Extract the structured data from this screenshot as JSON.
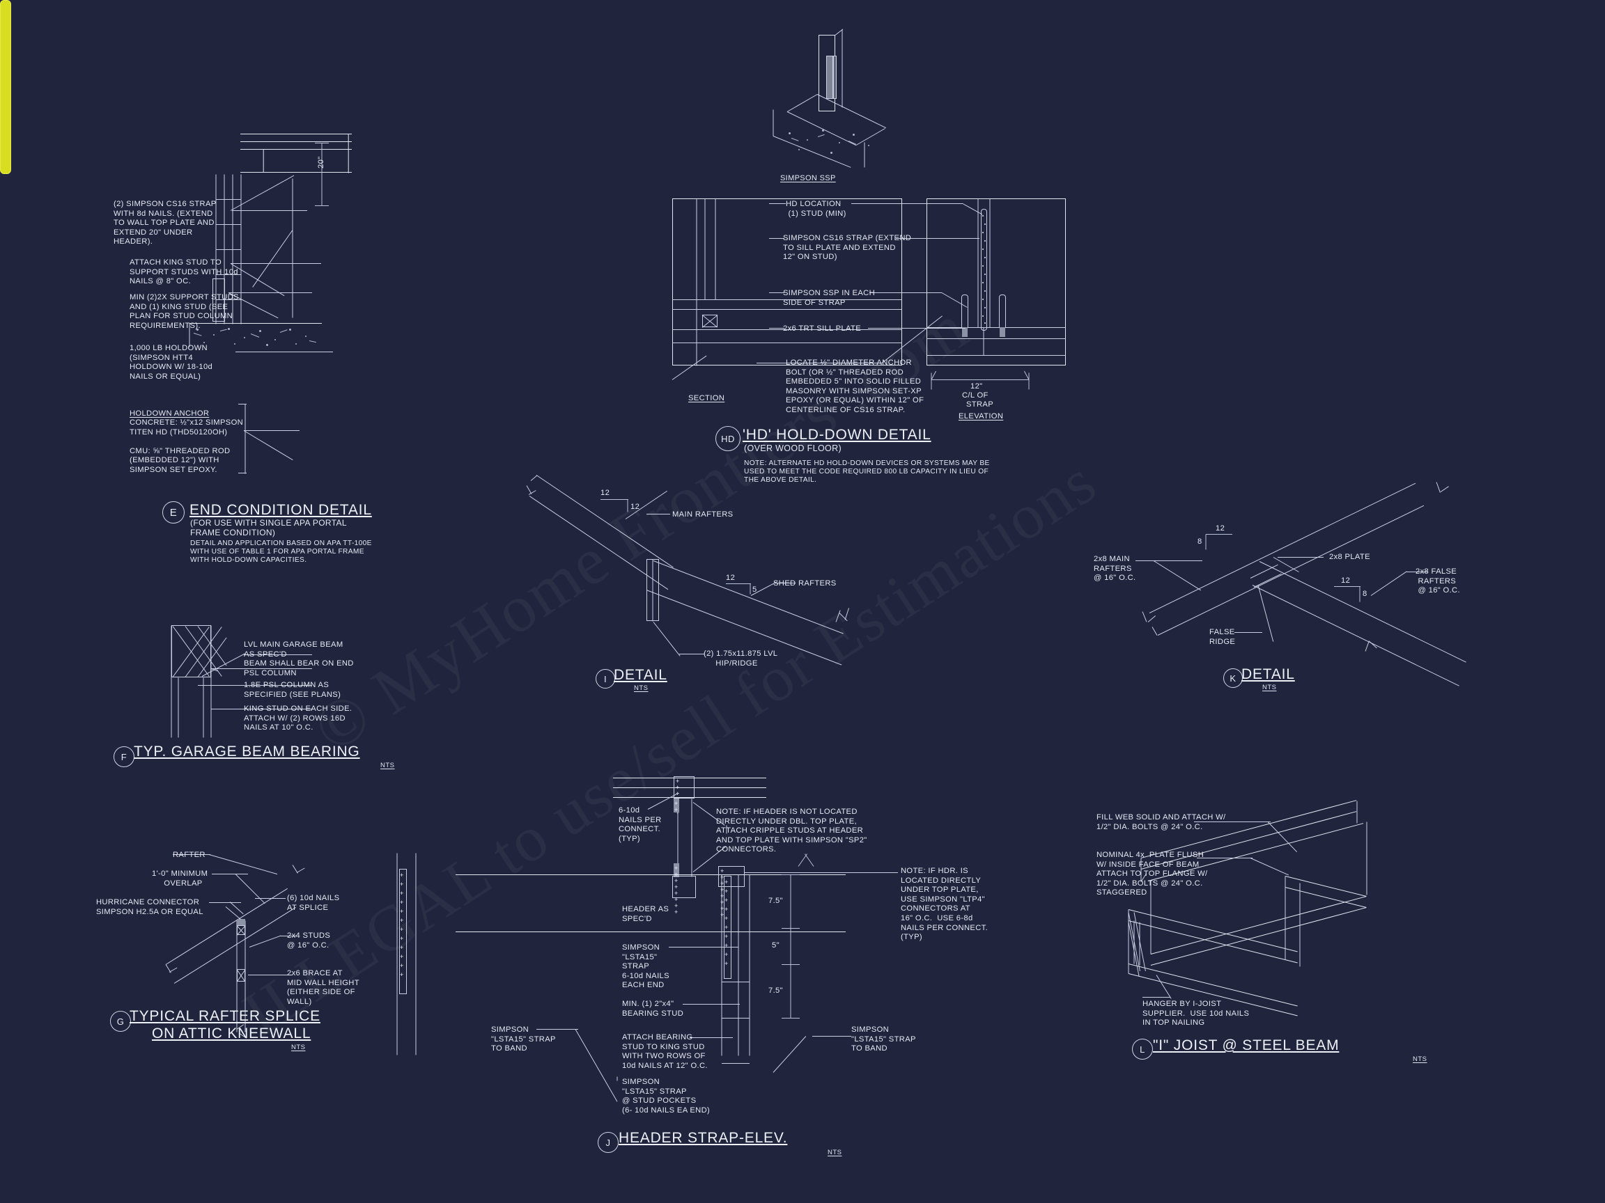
{
  "sheet": {
    "background_color": "#20243c",
    "line_color": "#c9d0e2",
    "accent_color": "#d8dd22",
    "watermark_line1": "© MyHome Frontiers .com",
    "watermark_line2": "ILLEGAL to use/sell for Estimations"
  },
  "detail_e": {
    "bubble": "E",
    "title": "END CONDITION DETAIL",
    "subtitle_1": "(FOR USE WITH SINGLE APA PORTAL",
    "subtitle_2": "FRAME CONDITION)",
    "note_1": "DETAIL AND APPLICATION BASED ON APA TT-100E",
    "note_2": "WITH USE OF TABLE 1 FOR APA PORTAL FRAME",
    "note_3": "WITH HOLD-DOWN CAPACITIES.",
    "dim_20": "20\"",
    "callouts": [
      {
        "name": "cs16-strap",
        "lines": [
          "(2) SIMPSON CS16 STRAP",
          "WITH 8d NAILS. (EXTEND",
          "TO WALL TOP PLATE AND",
          "EXTEND 20\" UNDER",
          "HEADER)."
        ]
      },
      {
        "name": "king-stud-attach",
        "lines": [
          "ATTACH KING STUD TO",
          "SUPPORT STUDS WITH 10d",
          "NAILS @ 8\" OC."
        ]
      },
      {
        "name": "support-studs",
        "lines": [
          "MIN (2)2X SUPPORT STUDS",
          "AND (1) KING STUD (SEE",
          "PLAN FOR STUD COLUMN",
          "REQUIREMENTS)."
        ]
      },
      {
        "name": "holdown",
        "lines": [
          "1,000 LB HOLDOWN",
          "(SIMPSON HTT4",
          "HOLDOWN W/ 18-10d",
          "NAILS OR EQUAL)"
        ]
      },
      {
        "name": "holdown-anchor",
        "heading": "HOLDOWN ANCHOR",
        "lines": [
          "CONCRETE: ½\"x12 SIMPSON",
          "TITEN HD (THD50120OH)",
          "",
          "CMU: ⅝\" THREADED ROD",
          "(EMBEDDED 12\") WITH",
          "SIMPSON SET EPOXY."
        ]
      }
    ]
  },
  "detail_f": {
    "bubble": "F",
    "title": "TYP. GARAGE BEAM BEARING",
    "scale": "NTS",
    "callouts": [
      {
        "name": "lvl-garage-beam",
        "lines": [
          "LVL MAIN GARAGE BEAM",
          "AS SPEC'D"
        ]
      },
      {
        "name": "beam-bearing",
        "lines": [
          "BEAM SHALL BEAR ON END",
          "PSL COLUMN"
        ]
      },
      {
        "name": "psl-column",
        "lines": [
          "1.8E PSL COLUMN AS",
          "SPECIFIED (SEE PLANS)"
        ]
      },
      {
        "name": "king-stud",
        "lines": [
          "KING STUD ON EACH SIDE.",
          "ATTACH W/ (2) ROWS 16D",
          "NAILS AT 10\" O.C."
        ]
      }
    ]
  },
  "detail_g": {
    "bubble": "G",
    "title_line1": "TYPICAL RAFTER SPLICE",
    "title_line2": "ON ATTIC KNEEWALL",
    "scale": "NTS",
    "callouts": [
      {
        "name": "rafter",
        "lines": [
          "RAFTER"
        ]
      },
      {
        "name": "minimum-overlap",
        "lines": [
          "1'-0\" MINIMUM",
          "OVERLAP"
        ]
      },
      {
        "name": "hurricane-connector",
        "lines": [
          "HURRICANE CONNECTOR",
          "SIMPSON H2.5A OR EQUAL"
        ]
      },
      {
        "name": "nails-at-splice",
        "lines": [
          "(6) 10d NAILS",
          "AT SPLICE"
        ]
      },
      {
        "name": "studs",
        "lines": [
          "2x4 STUDS",
          "@ 16\" O.C."
        ]
      },
      {
        "name": "brace",
        "lines": [
          "2x6 BRACE AT",
          "MID WALL HEIGHT",
          "(EITHER SIDE OF",
          "WALL)"
        ]
      }
    ]
  },
  "detail_hd": {
    "bubble": "HD",
    "title": "'HD' HOLD-DOWN DETAIL",
    "subtitle": "(OVER WOOD FLOOR)",
    "note_1": "NOTE: ALTERNATE HD HOLD-DOWN DEVICES OR SYSTEMS MAY BE",
    "note_2": "USED TO MEET THE CODE REQUIRED 800 LB CAPACITY IN LIEU OF",
    "note_3": "THE ABOVE DETAIL.",
    "top_label": "SIMPSON SSP",
    "view_section": "SECTION",
    "view_elevation": "ELEVATION",
    "dim_12_line1": "12\"",
    "dim_12_line2": "C/L OF",
    "dim_12_line3": "STRAP",
    "callouts": [
      {
        "name": "hd-location",
        "lines": [
          "HD LOCATION",
          "(1) STUD (MIN)"
        ]
      },
      {
        "name": "cs16-strap-sill",
        "lines": [
          "SIMPSON CS16 STRAP (EXTEND",
          "TO SILL PLATE AND EXTEND",
          "12\" ON STUD)"
        ]
      },
      {
        "name": "ssp-each-side",
        "lines": [
          "SIMPSON SSP IN EACH",
          "SIDE OF STRAP"
        ]
      },
      {
        "name": "sill-plate",
        "lines": [
          "2x6 TRT SILL PLATE"
        ]
      },
      {
        "name": "anchor-bolt",
        "lines": [
          "LOCATE ½\" DIAMETER ANCHOR",
          "BOLT (OR ½\" THREADED ROD",
          "EMBEDDED 5\" INTO SOLID FILLED",
          "MASONRY WITH SIMPSON SET-XP",
          "EPOXY (OR EQUAL) WITHIN 12\" OF",
          "CENTERLINE OF CS16 STRAP."
        ]
      }
    ]
  },
  "detail_i": {
    "bubble": "I",
    "title": "DETAIL",
    "scale": "NTS",
    "slope_main_rise": "12",
    "slope_main_run": "12",
    "slope_shed_rise": "12",
    "slope_shed_run": "5",
    "callouts": [
      {
        "name": "main-rafters",
        "lines": [
          "MAIN RAFTERS"
        ]
      },
      {
        "name": "shed-rafters",
        "lines": [
          "SHED RAFTERS"
        ]
      },
      {
        "name": "lvl-hip-ridge",
        "lines": [
          "(2) 1.75x11.875 LVL",
          "HIP/RIDGE"
        ]
      }
    ]
  },
  "detail_k": {
    "bubble": "K",
    "title": "DETAIL",
    "scale": "NTS",
    "slope_left_rise": "12",
    "slope_left_run": "8",
    "slope_right_rise": "12",
    "slope_right_run": "8",
    "callouts": [
      {
        "name": "main-rafters",
        "lines": [
          "2x8 MAIN",
          "RAFTERS",
          "@ 16\" O.C."
        ]
      },
      {
        "name": "plate",
        "lines": [
          "2x8 PLATE"
        ]
      },
      {
        "name": "false-ridge",
        "lines": [
          "FALSE",
          "RIDGE"
        ]
      },
      {
        "name": "false-rafters",
        "lines": [
          "2x8 FALSE",
          "RAFTERS",
          "@ 16\" O.C."
        ]
      }
    ]
  },
  "detail_j": {
    "bubble": "J",
    "title": "HEADER STRAP-ELEV.",
    "scale": "NTS",
    "dims": [
      "7.5\"",
      "5\"",
      "7.5\""
    ],
    "callouts": [
      {
        "name": "nails-per-connect",
        "lines": [
          "6-10d",
          "NAILS PER",
          "CONNECT.",
          "(TYP)"
        ]
      },
      {
        "name": "note-cripple-studs",
        "lines": [
          "NOTE: IF HEADER IS NOT LOCATED",
          "DIRECTLY UNDER DBL. TOP PLATE,",
          "ATTACH CRIPPLE STUDS AT HEADER",
          "AND TOP PLATE WITH SIMPSON \"SP2\"",
          "CONNECTORS."
        ]
      },
      {
        "name": "note-ltp4",
        "lines": [
          "NOTE: IF HDR. IS",
          "LOCATED DIRECTLY",
          "UNDER TOP PLATE,",
          "USE SIMPSON \"LTP4\"",
          "CONNECTORS AT",
          "16\" O.C.  USE 6-8d",
          "NAILS PER CONNECT.",
          "(TYP)"
        ]
      },
      {
        "name": "header",
        "lines": [
          "HEADER AS",
          "SPEC'D"
        ]
      },
      {
        "name": "lstai5-strap",
        "lines": [
          "SIMPSON",
          "\"LSTA15\"",
          "STRAP",
          "6-10d NAILS",
          "EACH END"
        ]
      },
      {
        "name": "bearing-stud",
        "lines": [
          "MIN. (1) 2\"x4\"",
          "BEARING STUD"
        ]
      },
      {
        "name": "attach-bearing-stud",
        "lines": [
          "ATTACH BEARING",
          "STUD TO KING STUD",
          "WITH TWO ROWS OF",
          "10d NAILS AT 12\" O.C."
        ]
      },
      {
        "name": "strap-stud-pockets",
        "lines": [
          "SIMPSON",
          "\"LSTA15\" STRAP",
          "@ STUD POCKETS",
          "(6- 10d NAILS EA END)"
        ]
      },
      {
        "name": "strap-to-band-left",
        "lines": [
          "SIMPSON",
          "\"LSTA15\" STRAP",
          "TO BAND"
        ]
      },
      {
        "name": "strap-to-band-right",
        "lines": [
          "SIMPSON",
          "\"LSTA15\" STRAP",
          "TO BAND"
        ]
      }
    ]
  },
  "detail_l": {
    "bubble": "L",
    "title": "\"I\" JOIST @ STEEL BEAM",
    "scale": "NTS",
    "callouts": [
      {
        "name": "fill-web-solid",
        "lines": [
          "FILL WEB SOLID AND ATTACH W/",
          "1/2\" DIA. BOLTS @ 24\" O.C."
        ]
      },
      {
        "name": "nominal-plate-flush",
        "lines": [
          "NOMINAL 4x  PLATE FLUSH",
          "W/ INSIDE FACE OF BEAM",
          "ATTACH TO TOP FLANGE W/",
          "1/2\" DIA. BOLTS @ 24\" O.C.",
          "STAGGERED"
        ]
      },
      {
        "name": "hanger-by-supplier",
        "lines": [
          "HANGER BY I-JOIST",
          "SUPPLIER.  USE 10d NAILS",
          "IN TOP NAILING"
        ]
      }
    ]
  }
}
